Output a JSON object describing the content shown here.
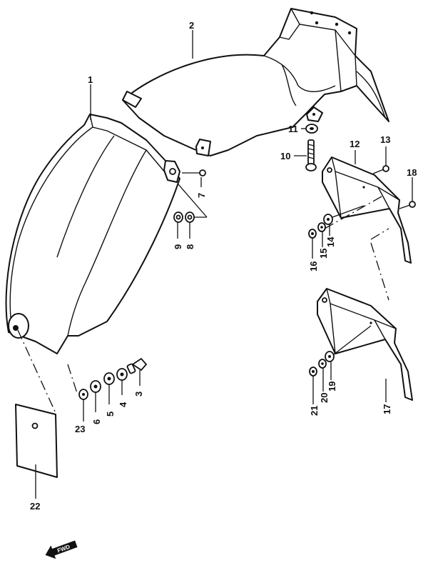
{
  "callouts": [
    {
      "id": "c1",
      "label": "1"
    },
    {
      "id": "c2",
      "label": "2"
    },
    {
      "id": "c3",
      "label": "3"
    },
    {
      "id": "c4",
      "label": "4"
    },
    {
      "id": "c5",
      "label": "5"
    },
    {
      "id": "c6",
      "label": "6"
    },
    {
      "id": "c7",
      "label": "7"
    },
    {
      "id": "c8",
      "label": "8"
    },
    {
      "id": "c9",
      "label": "9"
    },
    {
      "id": "c10",
      "label": "10"
    },
    {
      "id": "c11",
      "label": "11"
    },
    {
      "id": "c12",
      "label": "12"
    },
    {
      "id": "c13",
      "label": "13"
    },
    {
      "id": "c14",
      "label": "14"
    },
    {
      "id": "c15",
      "label": "15"
    },
    {
      "id": "c16",
      "label": "16"
    },
    {
      "id": "c17",
      "label": "17"
    },
    {
      "id": "c18",
      "label": "18"
    },
    {
      "id": "c19",
      "label": "19"
    },
    {
      "id": "c20",
      "label": "20"
    },
    {
      "id": "c21",
      "label": "21"
    },
    {
      "id": "c22",
      "label": "22"
    },
    {
      "id": "c23",
      "label": "23"
    }
  ],
  "direction_marker": {
    "label": "FWD",
    "icon": "forward-arrow-icon"
  }
}
